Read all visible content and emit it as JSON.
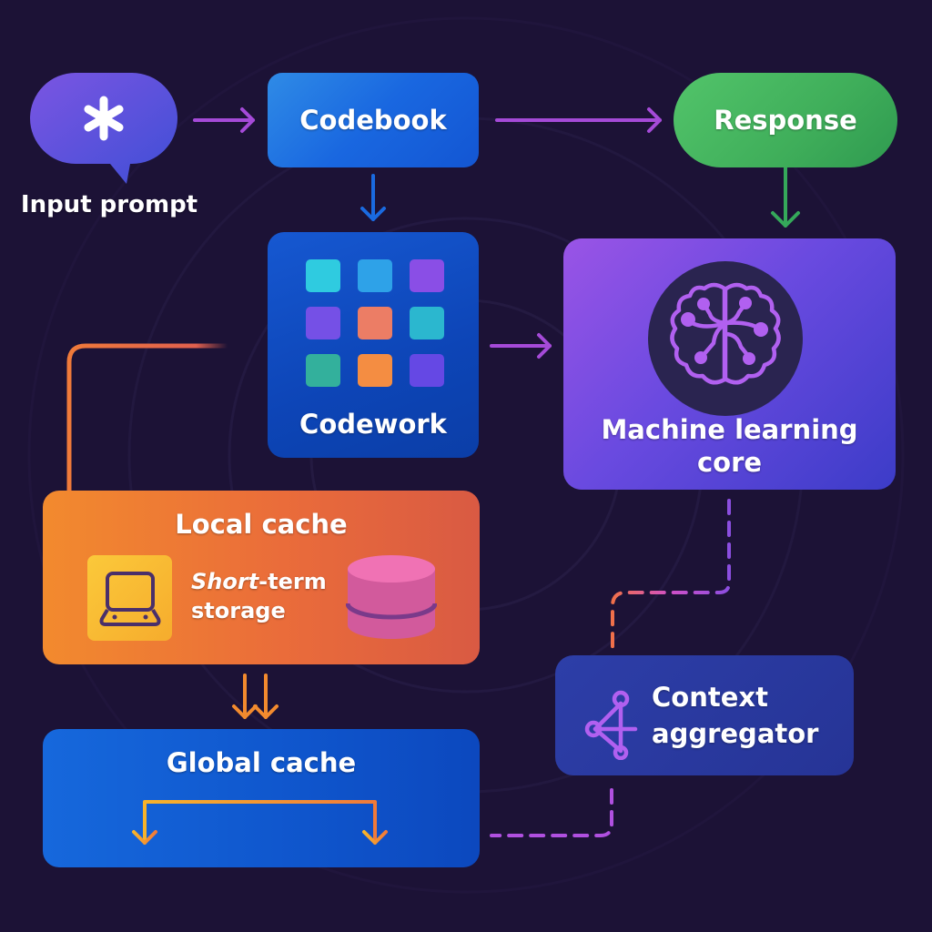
{
  "diagram": {
    "nodes": {
      "input_prompt": {
        "label": "Input prompt",
        "icon": "asterisk-icon",
        "color": "#5b53d8"
      },
      "codebook": {
        "label": "Codebook",
        "color": "#1c6ae0"
      },
      "response": {
        "label": "Response",
        "color": "#45b560"
      },
      "codework": {
        "label": "Codework",
        "color": "#0d47b8",
        "grid_colors": [
          "#2fcbe0",
          "#2ea2e8",
          "#8a4ee6",
          "#7550e6",
          "#ec7d65",
          "#2bb7cf",
          "#33b09c",
          "#f48d42",
          "#6548e4"
        ]
      },
      "ml_core": {
        "label": "Machine learning core",
        "label_line1": "Machine learning",
        "label_line2": "core",
        "icon": "brain-icon",
        "color": "#6a4ae0"
      },
      "local_cache": {
        "label": "Local cache",
        "sub_italic": "Short",
        "sub_rest": "-term",
        "sub_line2": "storage",
        "icons": [
          "laptop-icon",
          "database-icon"
        ],
        "color": "#ea6c3a"
      },
      "global_cache": {
        "label": "Global cache",
        "color": "#1158cc"
      },
      "context_aggregator": {
        "label_line1": "Context",
        "label_line2": "aggregator",
        "icon": "network-icon",
        "color": "#2a39a0"
      }
    },
    "edges": [
      {
        "from": "input_prompt",
        "to": "codebook",
        "style": "solid",
        "color": "#a54ad8"
      },
      {
        "from": "codebook",
        "to": "response",
        "style": "solid",
        "color": "#a54ad8"
      },
      {
        "from": "codebook",
        "to": "codework",
        "style": "solid",
        "color": "#1a6ae0"
      },
      {
        "from": "response",
        "to": "ml_core",
        "style": "solid",
        "color": "#35a85a"
      },
      {
        "from": "codework",
        "to": "ml_core",
        "style": "solid",
        "color": "#a54ad8"
      },
      {
        "from": "codework",
        "to": "local_cache",
        "style": "solid",
        "color": "#f07a3a"
      },
      {
        "from": "local_cache",
        "to": "global_cache",
        "style": "double",
        "color": "#f28a2e"
      },
      {
        "from": "ml_core",
        "to": "context_aggregator",
        "style": "dashed",
        "color": "#8b4ee0"
      },
      {
        "from": "context_aggregator",
        "to": "global_cache",
        "style": "dashed",
        "color": "#b050e0"
      }
    ]
  }
}
